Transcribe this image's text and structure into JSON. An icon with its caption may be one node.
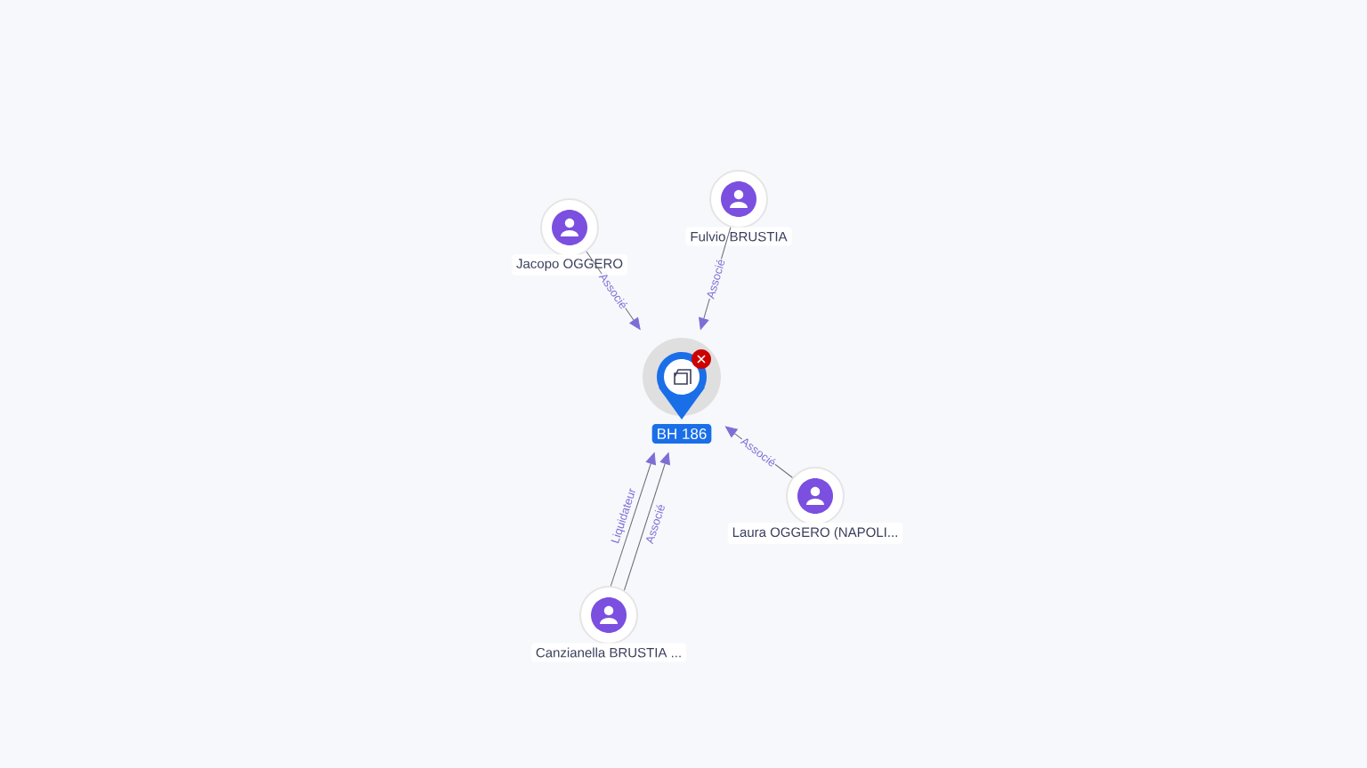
{
  "diagram": {
    "nodes": [
      {
        "text": [
          "BH 186"
        ]
      },
      {
        "text": [
          "Jacopo OGGERO"
        ]
      },
      {
        "text": [
          "Fulvio BRUSTIA"
        ]
      },
      {
        "text": [
          "Laura OGGERO (NAPOLI..."
        ]
      },
      {
        "text": [
          "Canzianella BRUSTIA ..."
        ]
      }
    ],
    "edges": [
      {
        "from": 1,
        "to": 0,
        "arrow": "to",
        "label": "Associé"
      },
      {
        "from": 2,
        "to": 0,
        "arrow": "to",
        "label": "Associé"
      },
      {
        "from": 3,
        "to": 0,
        "arrow": "to",
        "label": "Associé"
      },
      {
        "from": 4,
        "to": 0,
        "arrow": "to",
        "label": "Liquidateur"
      },
      {
        "from": 4,
        "to": 0,
        "arrow": "to",
        "label": "Associé"
      }
    ]
  }
}
